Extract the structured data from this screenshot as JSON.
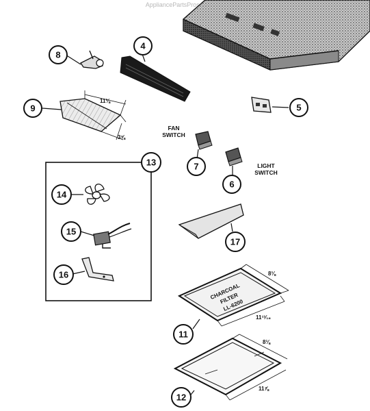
{
  "watermark": "AppliancePartsPros.com",
  "callouts": {
    "c4": "4",
    "c5": "5",
    "c6": "6",
    "c7": "7",
    "c8": "8",
    "c9": "9",
    "c11": "11",
    "c12": "12",
    "c13": "13",
    "c14": "14",
    "c15": "15",
    "c16": "16",
    "c17": "17"
  },
  "labels": {
    "fan_switch_line1": "FAN",
    "fan_switch_line2": "SWITCH",
    "light_switch_line1": "LIGHT",
    "light_switch_line2": "SWITCH"
  },
  "dimensions": {
    "lens_width": "11⅛",
    "lens_depth": "3⅝",
    "charcoal_depth": "8⅛",
    "charcoal_width": "11¹³⁄₁₆",
    "grease_depth": "8⅛",
    "grease_width": "11⅞"
  },
  "filter_text": {
    "line1": "CHARCOAL",
    "line2": "FILTER",
    "line3": "LL-6200"
  }
}
